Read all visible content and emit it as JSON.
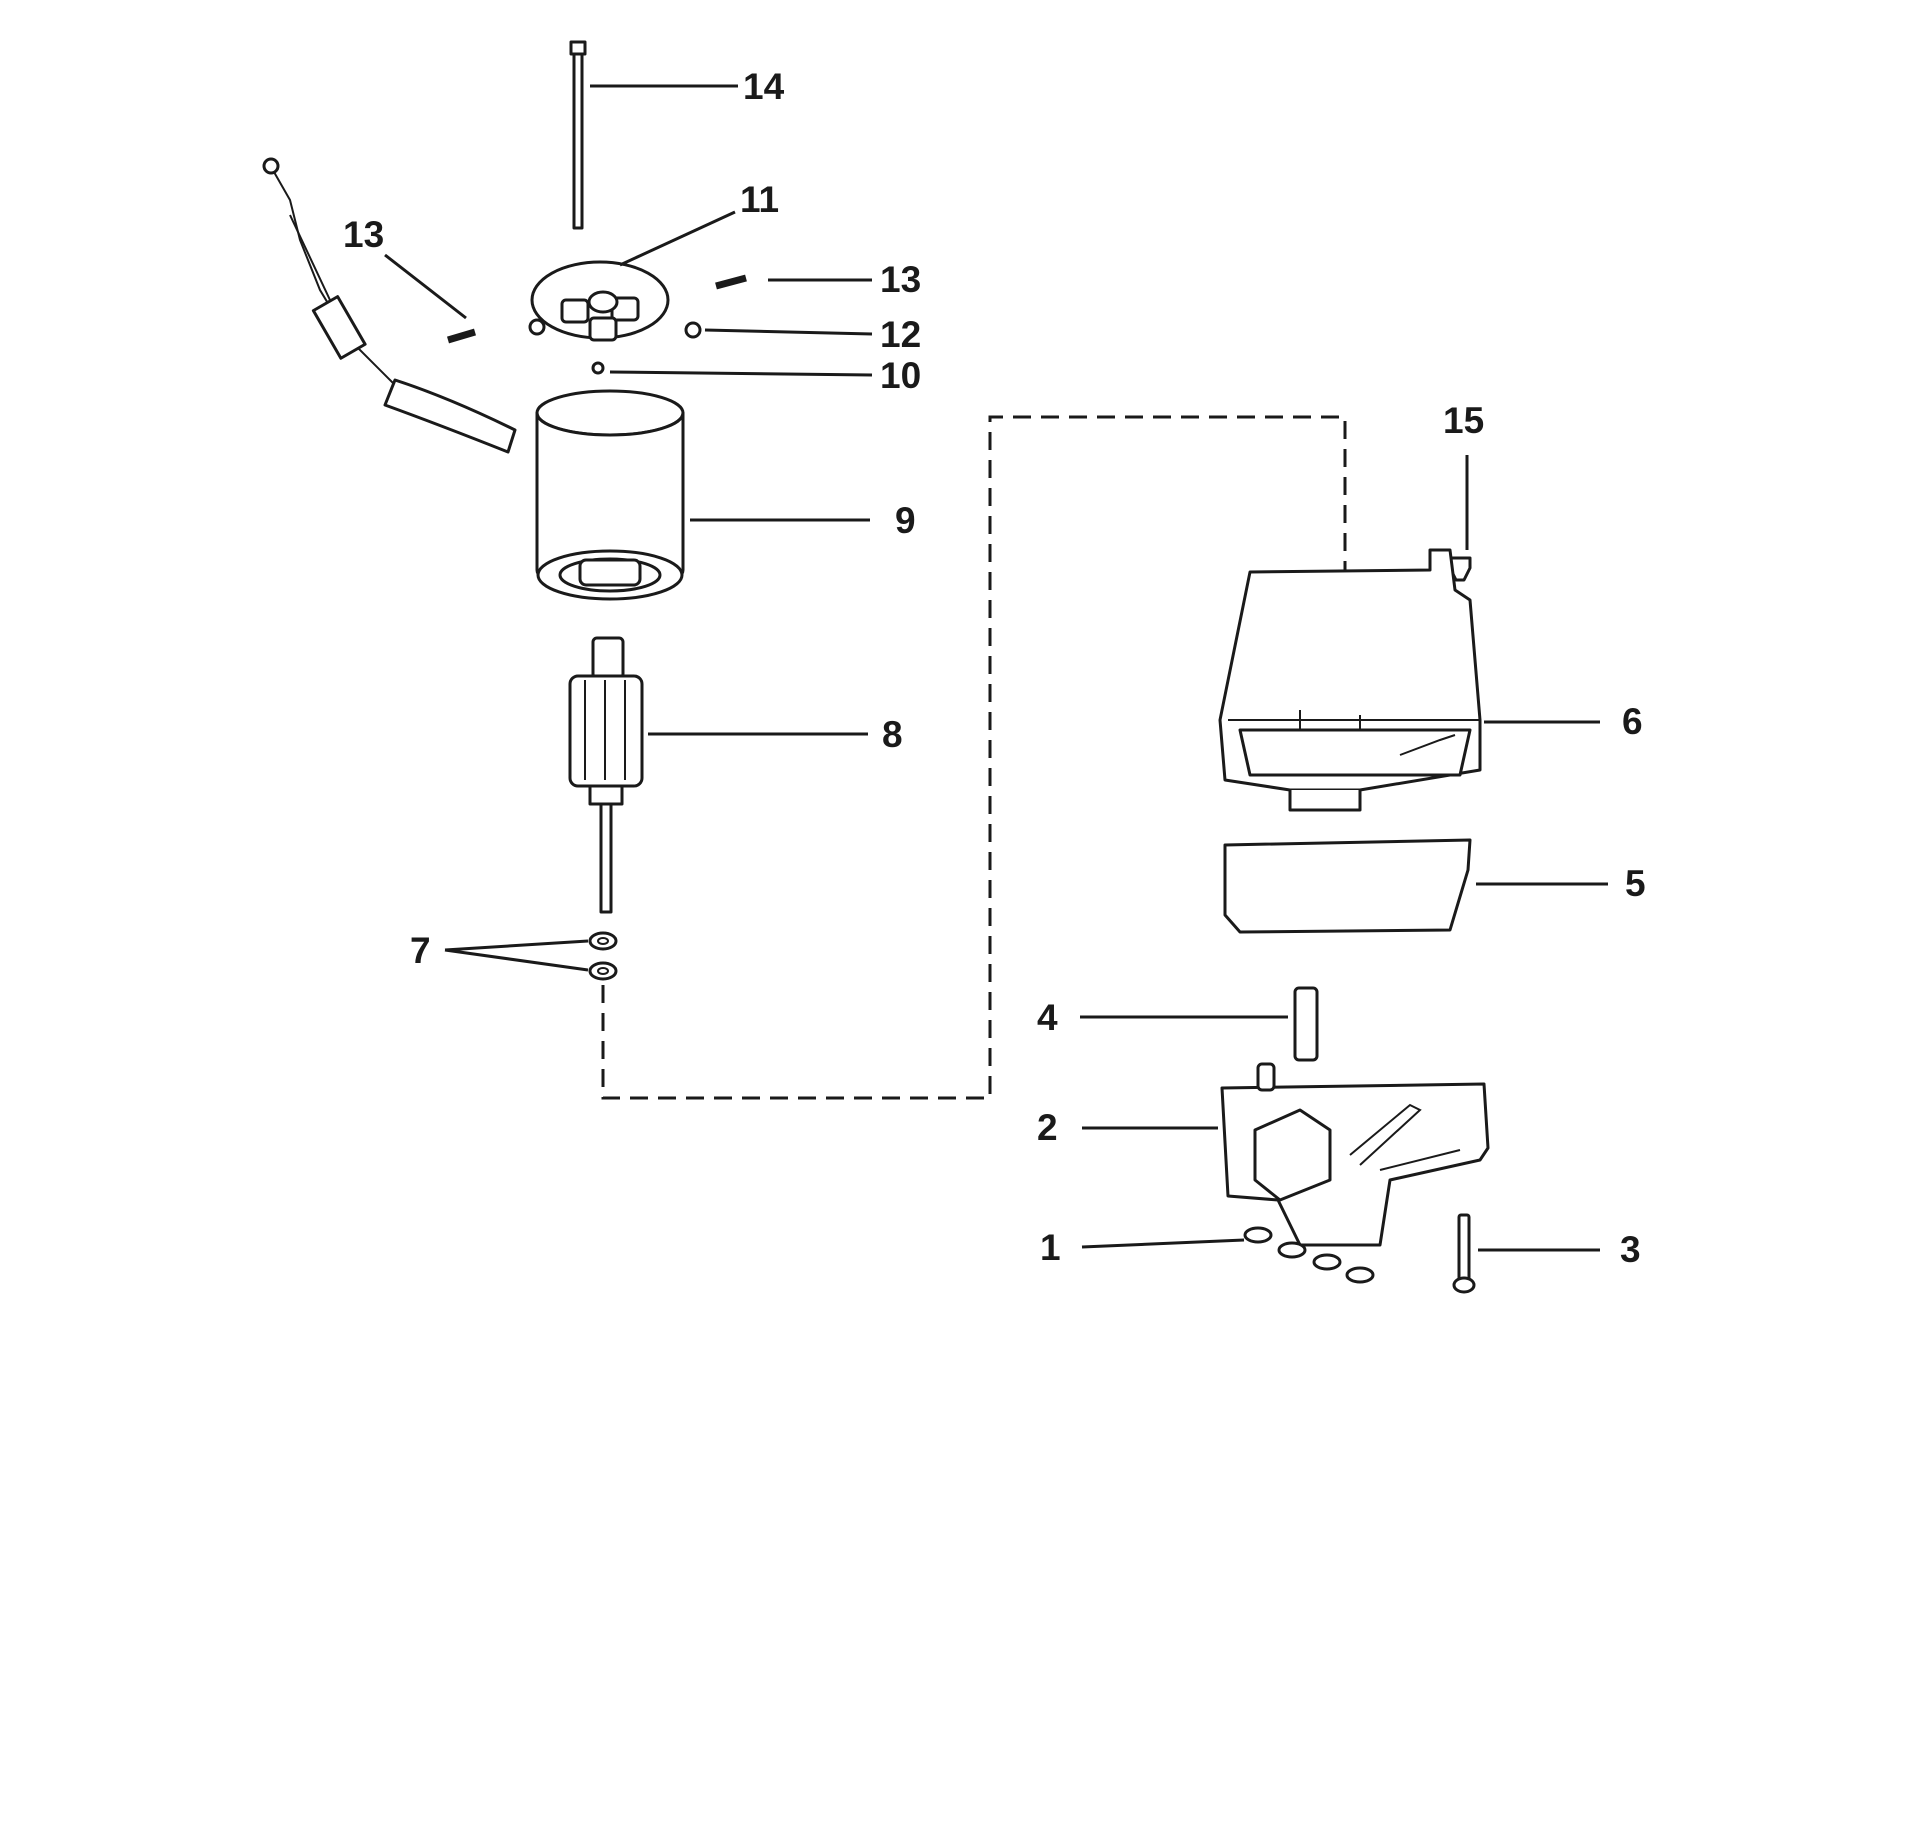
{
  "diagram": {
    "callouts": {
      "c1": "1",
      "c2": "2",
      "c3": "3",
      "c4": "4",
      "c5": "5",
      "c6": "6",
      "c7": "7",
      "c8": "8",
      "c9": "9",
      "c10": "10",
      "c11": "11",
      "c12": "12",
      "c13a": "13",
      "c13b": "13",
      "c14": "14",
      "c15": "15"
    },
    "colors": {
      "ink": "#1a1a1a",
      "background": "#ffffff"
    }
  }
}
